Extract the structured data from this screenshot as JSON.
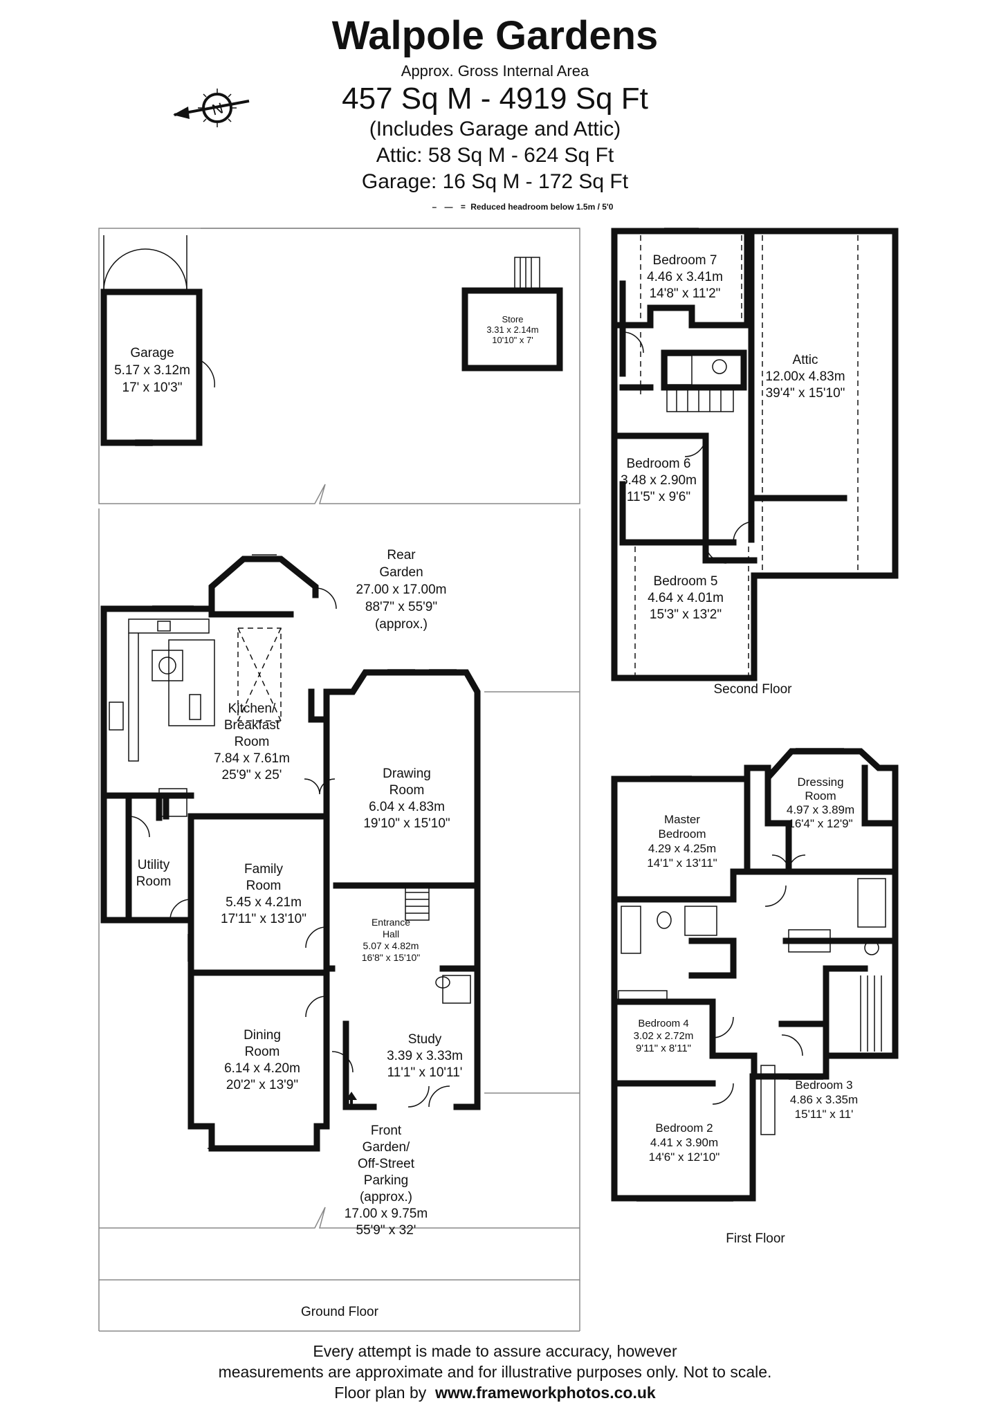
{
  "header": {
    "title": "Walpole Gardens",
    "approx": "Approx. Gross Internal Area",
    "area": "457 Sq M - 4919 Sq Ft",
    "includes": "(Includes Garage and Attic)",
    "attic": "Attic: 58 Sq M - 624 Sq Ft",
    "garage": "Garage: 16 Sq M - 172 Sq Ft",
    "headroom": "Reduced  headroom below 1.5m / 5'0"
  },
  "compass": {
    "label": "N"
  },
  "ground_floor": {
    "label": "Ground Floor",
    "rooms": [
      {
        "id": "garage",
        "lines": [
          "Garage",
          "5.17 x 3.12m",
          "17' x 10'3\""
        ]
      },
      {
        "id": "store",
        "lines": [
          "Store",
          "3.31 x 2.14m",
          "10'10\" x 7'"
        ]
      },
      {
        "id": "rear-garden",
        "lines": [
          "Rear",
          "Garden",
          "27.00 x 17.00m",
          "88'7\" x 55'9\"",
          "(approx.)"
        ]
      },
      {
        "id": "kitchen",
        "lines": [
          "Kitchen/",
          "Breakfast",
          "Room",
          "7.84 x 7.61m",
          "25'9\" x 25'"
        ]
      },
      {
        "id": "drawing-room",
        "lines": [
          "Drawing",
          "Room",
          "6.04 x 4.83m",
          "19'10\" x 15'10\""
        ]
      },
      {
        "id": "utility-room",
        "lines": [
          "Utility",
          "Room"
        ]
      },
      {
        "id": "family-room",
        "lines": [
          "Family",
          "Room",
          "5.45 x 4.21m",
          "17'11\" x 13'10\""
        ]
      },
      {
        "id": "entrance-hall",
        "lines": [
          "Entrance",
          "Hall",
          "5.07 x 4.82m",
          "16'8\" x 15'10\""
        ]
      },
      {
        "id": "dining-room",
        "lines": [
          "Dining",
          "Room",
          "6.14 x 4.20m",
          "20'2\" x 13'9\""
        ]
      },
      {
        "id": "study",
        "lines": [
          "Study",
          "3.39 x 3.33m",
          "11'1\" x 10'11'"
        ]
      },
      {
        "id": "front-garden",
        "lines": [
          "Front",
          "Garden/",
          "Off-Street",
          "Parking",
          "(approx.)",
          "17.00 x 9.75m",
          "55'9\" x 32'"
        ]
      }
    ]
  },
  "second_floor": {
    "label": "Second Floor",
    "rooms": [
      {
        "id": "bedroom-7",
        "lines": [
          "Bedroom 7",
          "4.46 x 3.41m",
          "14'8\" x 11'2\""
        ]
      },
      {
        "id": "attic",
        "lines": [
          "Attic",
          "12.00x 4.83m",
          "39'4\" x 15'10\""
        ]
      },
      {
        "id": "bedroom-6",
        "lines": [
          "Bedroom 6",
          "3.48 x 2.90m",
          "11'5\" x 9'6\""
        ]
      },
      {
        "id": "bedroom-5",
        "lines": [
          "Bedroom 5",
          "4.64 x 4.01m",
          "15'3\" x 13'2\""
        ]
      }
    ]
  },
  "first_floor": {
    "label": "First Floor",
    "rooms": [
      {
        "id": "dressing-room",
        "lines": [
          "Dressing",
          "Room",
          "4.97 x 3.89m",
          "16'4\" x 12'9\""
        ]
      },
      {
        "id": "master-bedroom",
        "lines": [
          "Master",
          "Bedroom",
          "4.29 x 4.25m",
          "14'1\" x 13'11\""
        ]
      },
      {
        "id": "bedroom-4",
        "lines": [
          "Bedroom 4",
          "3.02 x 2.72m",
          "9'11\" x 8'11\""
        ]
      },
      {
        "id": "bedroom-3",
        "lines": [
          "Bedroom 3",
          "4.86 x 3.35m",
          "15'11\" x 11'"
        ]
      },
      {
        "id": "bedroom-2",
        "lines": [
          "Bedroom 2",
          "4.41 x 3.90m",
          "14'6\" x 12'10\""
        ]
      }
    ]
  },
  "footer": {
    "line1": "Every attempt is made to assure accuracy, however",
    "line2": "measurements are approximate and for illustrative purposes only. Not to scale.",
    "line3_prefix": "Floor plan by",
    "line3_url": "www.frameworkphotos.co.uk"
  }
}
